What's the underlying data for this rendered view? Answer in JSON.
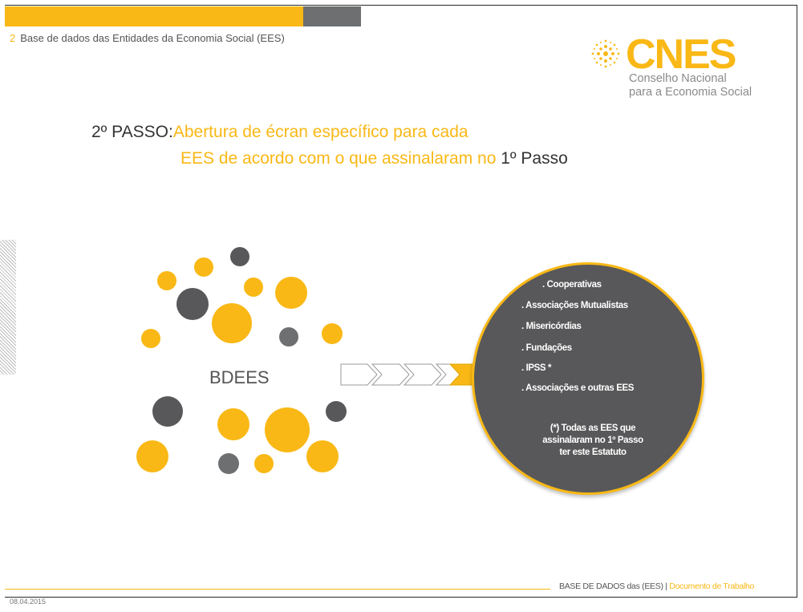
{
  "header": {
    "section_number": "2",
    "section_title": "Base de dados das Entidades da Economia Social (EES)"
  },
  "logo": {
    "brand": "CNES",
    "subtitle_line1": "Conselho Nacional",
    "subtitle_line2": "para a Economia Social"
  },
  "title": {
    "label": "2º PASSO:",
    "line1": "Abertura de écran específico para cada",
    "line2": "EES de acordo com o que assinalaram no ",
    "line2_tail": "1º Passo"
  },
  "diagram": {
    "cluster_label": "BDEES",
    "items": [
      ". Cooperativas",
      ". Associações Mutualistas",
      ". Misericórdias",
      ". Fundações",
      ". IPSS *",
      ". Associações e outras EES"
    ],
    "note_line1": "(*) Todas as EES que",
    "note_line2": "assinalaram no 1º Passo",
    "note_line3": "ter este Estatuto"
  },
  "footer": {
    "doc_title": "BASE DE DADOS das (EES) |",
    "doc_type": " Documento de Trabalho",
    "date": "08.04.2015"
  },
  "colors": {
    "accent": "#f9b815",
    "dark": "#58585a",
    "gray": "#6d6f71"
  }
}
